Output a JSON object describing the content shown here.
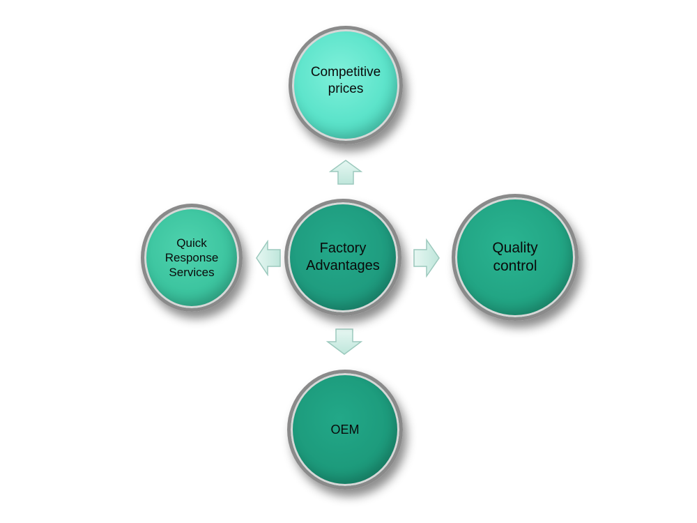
{
  "diagram": {
    "center": {
      "label": "Factory\nAdvantages"
    },
    "top": {
      "label": "Competitive\nprices"
    },
    "left": {
      "label": "Quick\nResponse\nServices"
    },
    "right": {
      "label": "Quality\ncontrol"
    },
    "bottom": {
      "label": "OEM"
    }
  },
  "colors": {
    "center": "#1f9c7f",
    "top": "#5ee4cb",
    "left": "#3cc49f",
    "right": "#22a584",
    "bottom": "#1d9b7c",
    "arrow_fill": "#cfeee6",
    "arrow_stroke": "#9cc9bd",
    "border": "#8a8a8a"
  }
}
